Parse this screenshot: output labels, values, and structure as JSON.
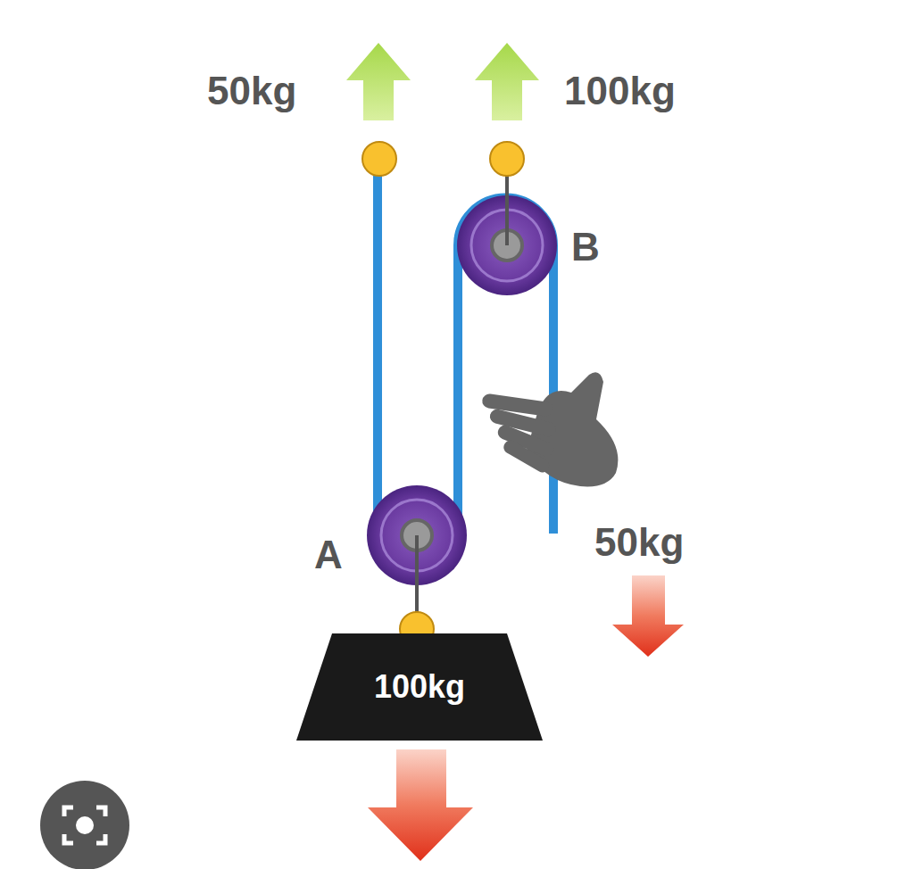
{
  "diagram": {
    "nodes": [
      {
        "text": [
          "100kg"
        ]
      }
    ],
    "labels": [
      "50kg",
      "100kg",
      "B",
      "A",
      "50kg"
    ]
  }
}
